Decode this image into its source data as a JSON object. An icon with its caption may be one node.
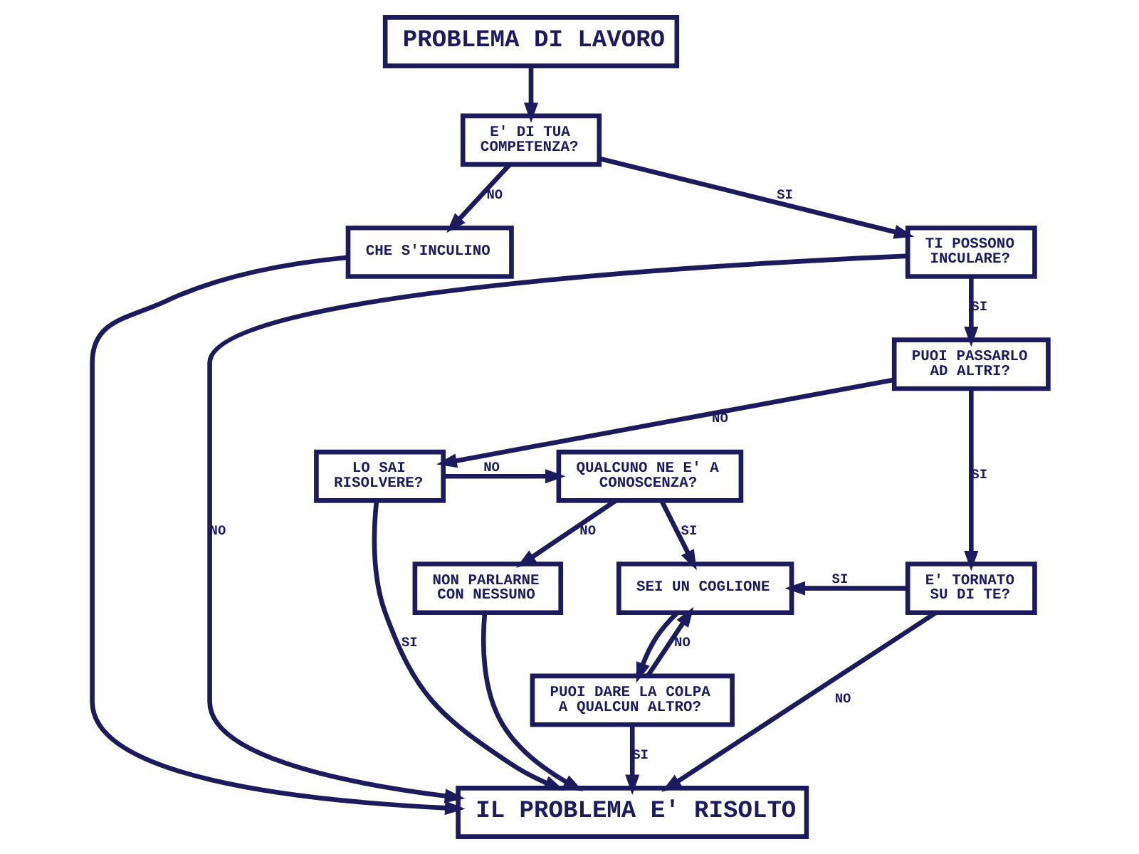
{
  "diagram": {
    "nodes": [
      {
        "text": [
          "PROBLEMA DI LAVORO"
        ]
      },
      {
        "text": [
          "E' DI TUA COMPETENZA?"
        ]
      },
      {
        "text": [
          "CHE S'INCULINO"
        ]
      },
      {
        "text": [
          "TI POSSONO INCULARE?"
        ]
      },
      {
        "text": [
          "PUOI PASSARLO AD ALTRI?"
        ]
      },
      {
        "text": [
          "QUALCUNO NE E' A CONOSCENZA?"
        ]
      },
      {
        "text": [
          "LO SAI RISOLVERE?"
        ]
      },
      {
        "text": [
          "NON PARLARNE CON NESSUNO"
        ]
      },
      {
        "text": [
          "SEI UN COGLIONE"
        ]
      },
      {
        "text": [
          "E' TORNATO SU DI TE?"
        ]
      },
      {
        "text": [
          "PUOI DARE LA COLPA A QUALCUN ALTRO?"
        ]
      },
      {
        "text": [
          "IL PROBLEMA E' RISOLTO"
        ]
      }
    ],
    "edges": [
      {
        "from": 0,
        "to": 1,
        "arrow": "to"
      },
      {
        "from": 1,
        "to": 2,
        "label": "NO",
        "arrow": "to"
      },
      {
        "from": 1,
        "to": 3,
        "label": "SI",
        "arrow": "to"
      },
      {
        "from": 3,
        "to": 11,
        "label": "NO",
        "arrow": "to"
      },
      {
        "from": 3,
        "to": 4,
        "label": "SI",
        "arrow": "to"
      },
      {
        "from": 4,
        "to": 6,
        "label": "NO",
        "arrow": "to"
      },
      {
        "from": 4,
        "to": 9,
        "label": "SI",
        "arrow": "to"
      },
      {
        "from": 6,
        "to": 5,
        "label": "NO",
        "arrow": "to"
      },
      {
        "from": 6,
        "to": 11,
        "label": "SI",
        "arrow": "to"
      },
      {
        "from": 5,
        "to": 7,
        "label": "NO",
        "arrow": "to"
      },
      {
        "from": 5,
        "to": 8,
        "label": "SI",
        "arrow": "to"
      },
      {
        "from": 9,
        "to": 8,
        "label": "SI",
        "arrow": "to"
      },
      {
        "from": 9,
        "to": 11,
        "label": "NO",
        "arrow": "to"
      },
      {
        "from": 8,
        "to": 10,
        "arrow": "to"
      },
      {
        "from": 10,
        "to": 8,
        "label": "NO",
        "arrow": "to"
      },
      {
        "from": 10,
        "to": 11,
        "label": "SI",
        "arrow": "to"
      },
      {
        "from": 2,
        "to": 11,
        "arrow": "to"
      },
      {
        "from": 7,
        "to": 11,
        "arrow": "to"
      }
    ]
  }
}
